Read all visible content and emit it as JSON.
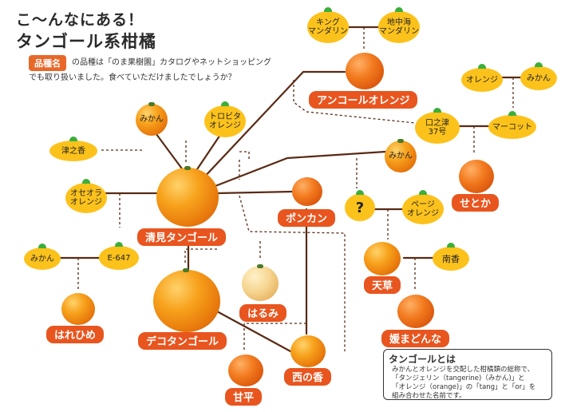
{
  "title_line1": "こ〜んなにある！",
  "title_line2": "タンゴール系柑橘",
  "tag": "品種名",
  "desc_line1": "の品種は「のま果樹園」カタログやネットショッピング",
  "desc_line2": "でも取り扱いました。食べていただけましたでしょうか？",
  "bubbles": {
    "king_1": "キング",
    "king_2": "マンダリン",
    "chichukai_1": "地中海",
    "chichukai_2": "マンダリン",
    "orange": "オレンジ",
    "mikan_a": "みかん",
    "mikan_b": "みかん",
    "tobita_1": "トロビタ",
    "tobita_2": "オレンジ",
    "tsunokaori": "津之香",
    "kuchinotsu_1": "口之津",
    "kuchinotsu_2": "37号",
    "marcott": "マーコット",
    "mikan_c": "みかん",
    "osceola_1": "オセオラ",
    "osceola_2": "オレンジ",
    "unknown": "?",
    "page_1": "ページ",
    "page_2": "オレンジ",
    "mikan_d": "みかん",
    "e647": "E-647",
    "nanko": "南香"
  },
  "labels": {
    "ankor": "アンコールオレンジ",
    "setoka": "せとか",
    "kiyomi": "清見タンゴール",
    "ponkan": "ポンカン",
    "amakusa": "天草",
    "harehime": "はれひめ",
    "harumi": "はるみ",
    "dekopon": "デコタンゴール",
    "ehime": "媛まどんな",
    "nishinokaori": "西の香",
    "kanpei": "甘平"
  },
  "info": {
    "heading": "タンゴールとは",
    "line1": "みかんとオレンジを交配した柑橘類の総称で、",
    "line2": "「タンジェリン（tangerine)（みかん)」と",
    "line3": "「オレンジ（orange)」の「tang」と「or」を",
    "line4": "組み合わせた名前です。"
  }
}
